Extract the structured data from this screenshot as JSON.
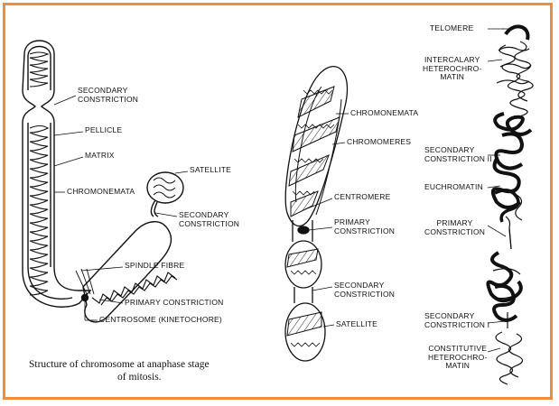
{
  "diagram_left": {
    "labels": {
      "secondary_constriction_1": "SECONDARY\nCONSTRICTION",
      "pellicle": "PELLICLE",
      "matrix": "MATRIX",
      "chromonemata": "CHROMONEMATA",
      "satellite": "SATELLITE",
      "secondary_constriction_2": "SECONDARY\nCONSTRICTION",
      "spindle_fibre": "SPINDLE FIBRE",
      "primary_constriction": "PRIMARY CONSTRICTION",
      "centrosome": "CENTROSOME (KINETOCHORE)"
    },
    "caption_line1": "Structure of chromosome at anaphase stage",
    "caption_line2": "of mitosis."
  },
  "diagram_middle": {
    "labels": {
      "chromonemata": "CHROMONEMATA",
      "chromomeres": "CHROMOMERES",
      "centromere": "CENTROMERE",
      "primary_constriction": "PRIMARY\nCONSTRICTION",
      "secondary_constriction": "SECONDARY\nCONSTRICTION",
      "satellite": "SATELLITE"
    }
  },
  "diagram_right": {
    "labels": {
      "telomere": "TELOMERE",
      "intercalary": "INTERCALARY\nHETEROCHRO-\nMATIN",
      "secondary_constriction_ii": "SECONDARY\nCONSTRICTION II",
      "euchromatin": "EUCHROMATIN",
      "primary_constriction": "PRIMARY\nCONSTRICTION",
      "secondary_constriction_i": "SECONDARY\nCONSTRICTION I",
      "constitutive": "CONSTITUTIVE\nHETEROCHRO-\nMATIN"
    }
  }
}
